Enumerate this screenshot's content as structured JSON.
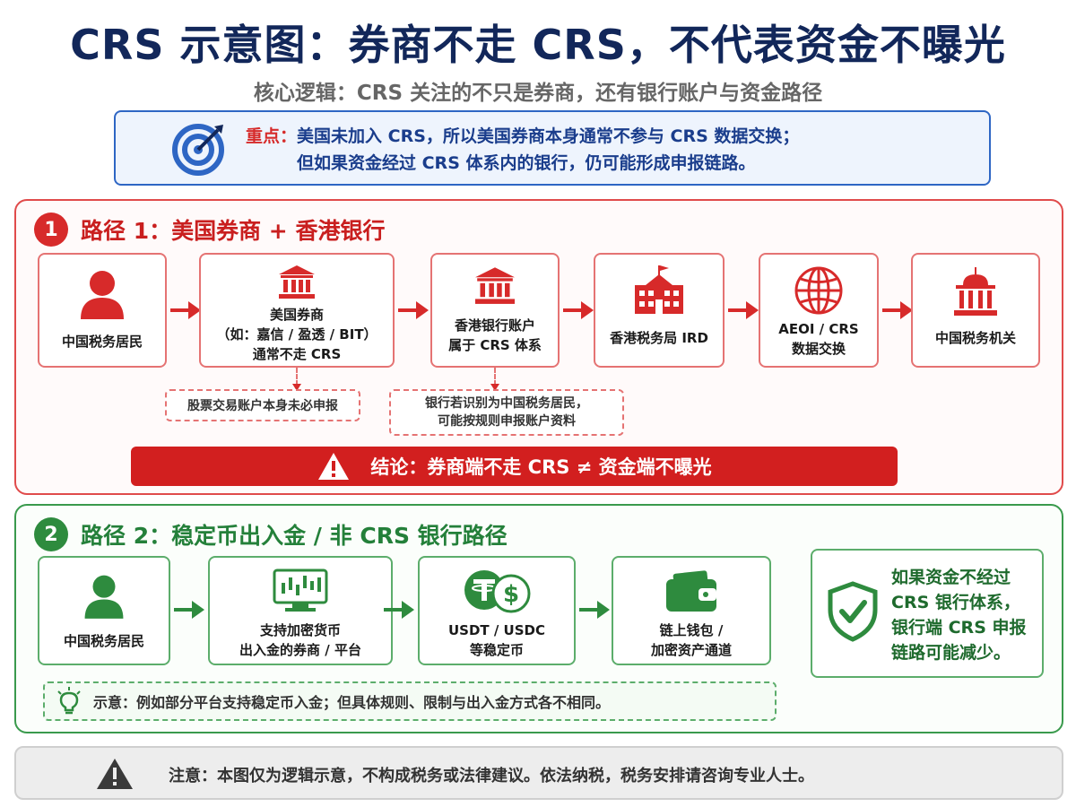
{
  "title": "CRS 示意图：券商不走 CRS，不代表资金不曝光",
  "subtitle": "核心逻辑：CRS 关注的不只是券商，还有银行账户与资金路径",
  "focus": {
    "lead": "重点：",
    "line1": "美国未加入 CRS，所以美国券商本身通常不参与 CRS 数据交换；",
    "line2": "但如果资金经过 CRS 体系内的银行，仍可能形成申报链路。"
  },
  "path1": {
    "number": "1",
    "title": "路径 1：美国券商 + 香港银行",
    "nodes": {
      "resident": "中国税务居民",
      "broker_l1": "美国券商",
      "broker_l2": "（如：嘉信 / 盈透 / BIT）",
      "broker_l3": "通常不走 CRS",
      "hkbank_l1": "香港银行账户",
      "hkbank_l2": "属于 CRS 体系",
      "ird": "香港税务局 IRD",
      "aeoi_l1": "AEOI / CRS",
      "aeoi_l2": "数据交换",
      "cn_tax": "中国税务机关"
    },
    "note_broker": "股票交易账户本身未必申报",
    "note_bank_l1": "银行若识别为中国税务居民，",
    "note_bank_l2": "可能按规则申报账户资料",
    "conclusion": "结论：券商端不走 CRS ≠ 资金端不曝光"
  },
  "path2": {
    "number": "2",
    "title": "路径 2：稳定币出入金 / 非 CRS 银行路径",
    "nodes": {
      "resident": "中国税务居民",
      "platform_l1": "支持加密货币",
      "platform_l2": "出入金的券商 / 平台",
      "stable_l1": "USDT / USDC",
      "stable_l2": "等稳定币",
      "wallet_l1": "链上钱包 /",
      "wallet_l2": "加密资产通道"
    },
    "side_l1": "如果资金不经过",
    "side_l2": "CRS 银行体系，",
    "side_l3": "银行端 CRS 申报",
    "side_l4": "链路可能减少。",
    "tip": "示意：例如部分平台支持稳定币入金；但具体规则、限制与出入金方式各不相同。"
  },
  "disclaimer": "注意：本图仅为逻辑示意，不构成税务或法律建议。依法纳税，税务安排请咨询专业人士。",
  "colors": {
    "title": "#12275a",
    "red": "#d72a2a",
    "green": "#2e8b3e",
    "blue": "#2e66c4"
  }
}
